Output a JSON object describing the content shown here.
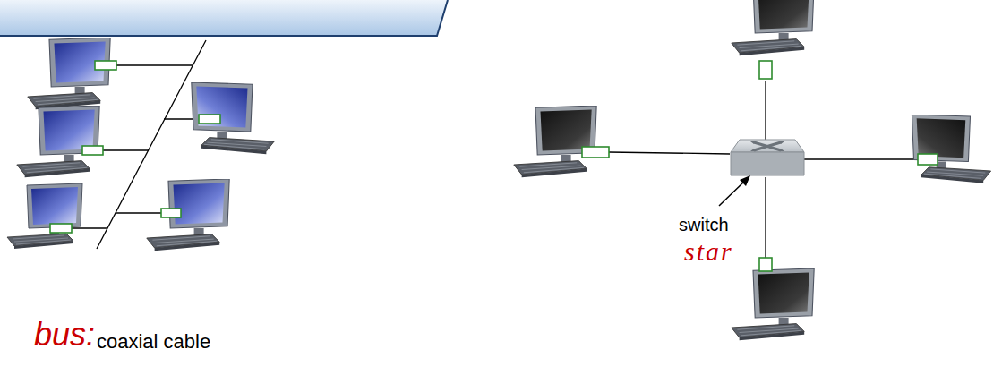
{
  "diagram": {
    "labels": [
      "bus:",
      "coaxial cable",
      "switch",
      "star"
    ]
  }
}
